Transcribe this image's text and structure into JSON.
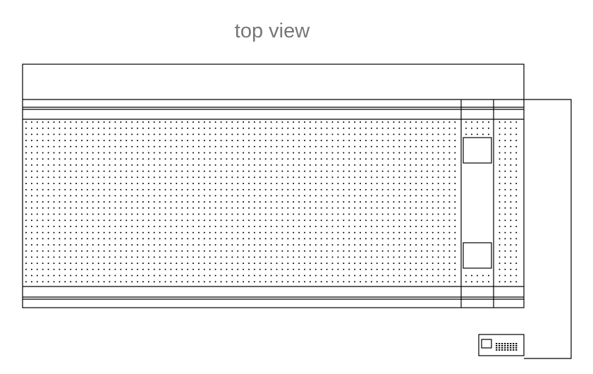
{
  "title": "top view",
  "diagram": {
    "view": "top",
    "components": [
      {
        "id": "table-top",
        "kind": "perforated-board"
      },
      {
        "id": "upper-rail",
        "kind": "rail"
      },
      {
        "id": "lower-rail",
        "kind": "rail"
      },
      {
        "id": "carriage",
        "kind": "carriage"
      },
      {
        "id": "carriage-block-upper",
        "kind": "block"
      },
      {
        "id": "carriage-block-lower",
        "kind": "block"
      },
      {
        "id": "controller",
        "kind": "control-box"
      },
      {
        "id": "cable",
        "kind": "cable"
      }
    ],
    "colors": {
      "line": "#000000",
      "dot": "#000000",
      "title": "#777777",
      "background": "#ffffff"
    }
  }
}
